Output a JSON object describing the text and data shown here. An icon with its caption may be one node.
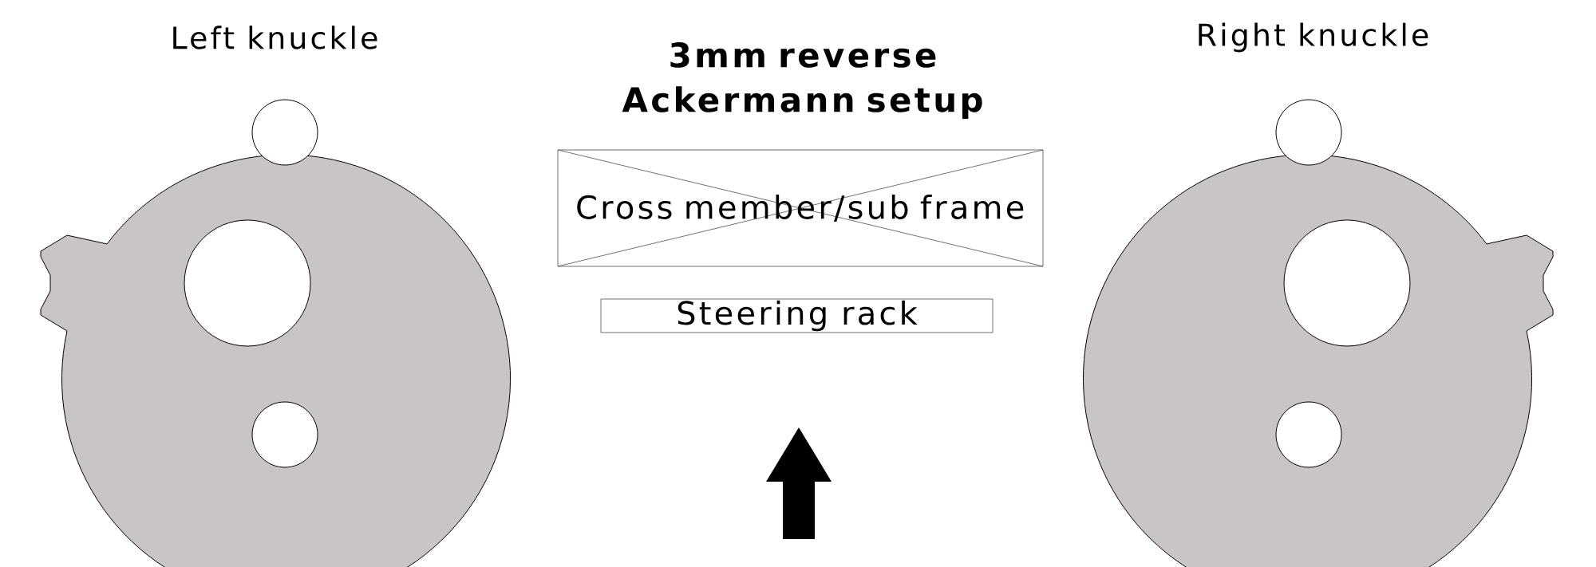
{
  "diagram": {
    "title": "3mm reverse Ackermann setup",
    "nodes": [
      {
        "text": [
          "Left knuckle"
        ]
      },
      {
        "text": [
          "Cross member/sub frame"
        ]
      },
      {
        "text": [
          "Steering rack"
        ]
      },
      {
        "text": [
          "Right knuckle"
        ]
      }
    ]
  }
}
